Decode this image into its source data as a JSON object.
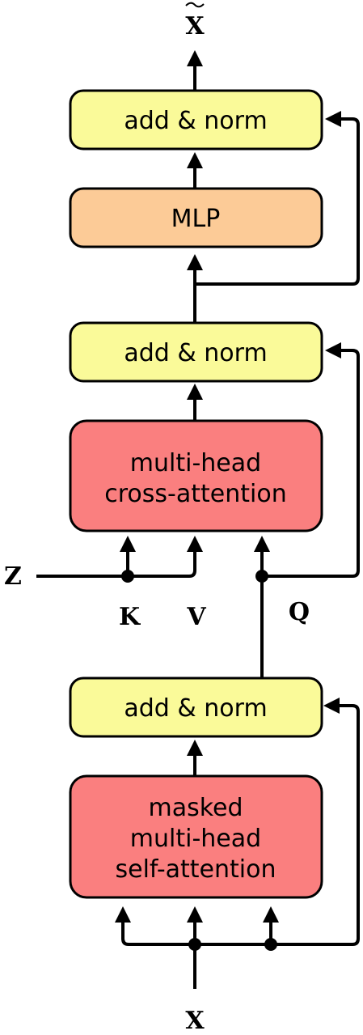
{
  "diagram": {
    "output_label": "X",
    "input_label": "X",
    "memory_label": "Z",
    "key_label": "K",
    "value_label": "V",
    "query_label": "Q",
    "colors": {
      "add_norm": "#fafa99",
      "mlp": "#fccb97",
      "attention": "#fa7f7f",
      "stroke": "#000000"
    },
    "blocks": {
      "add_norm_top": {
        "label": "add & norm"
      },
      "mlp": {
        "label": "MLP"
      },
      "add_norm_mid": {
        "label": "add & norm"
      },
      "cross_attention": {
        "lines": [
          "multi-head",
          "cross-attention"
        ]
      },
      "add_norm_bottom": {
        "label": "add & norm"
      },
      "self_attention": {
        "lines": [
          "masked",
          "multi-head",
          "self-attention"
        ]
      }
    }
  }
}
